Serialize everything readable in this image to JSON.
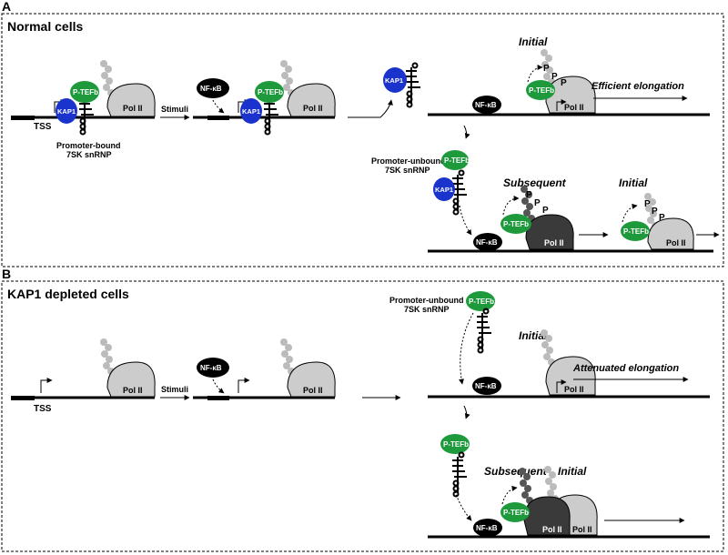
{
  "panels": {
    "a": {
      "letter": "A",
      "title": "Normal cells"
    },
    "b": {
      "letter": "B",
      "title": "KAP1 depleted cells"
    }
  },
  "labels": {
    "tss": "TSS",
    "stimuli": "Stimuli",
    "nfkb": "NF-κB",
    "ptefb": "P-TEFb",
    "kap1": "KAP1",
    "pol2": "Pol II",
    "phospho": "P",
    "promoter_bound_1": "Promoter-bound",
    "promoter_bound_2": "7SK snRNP",
    "promoter_unbound_1": "Promoter-unbound",
    "promoter_unbound_2": "7SK snRNP",
    "initial": "Initial",
    "subsequent": "Subsequent",
    "efficient": "Efficient elongation",
    "attenuated": "Attenuated elongation"
  },
  "colors": {
    "ptefb": "#1e9a3c",
    "kap1": "#1a33cc",
    "pol2_light": "#cccccc",
    "pol2_dark": "#3a3a3a",
    "ctd_light": "#bbbbbb",
    "ctd_dark": "#555555",
    "black": "#000000"
  }
}
